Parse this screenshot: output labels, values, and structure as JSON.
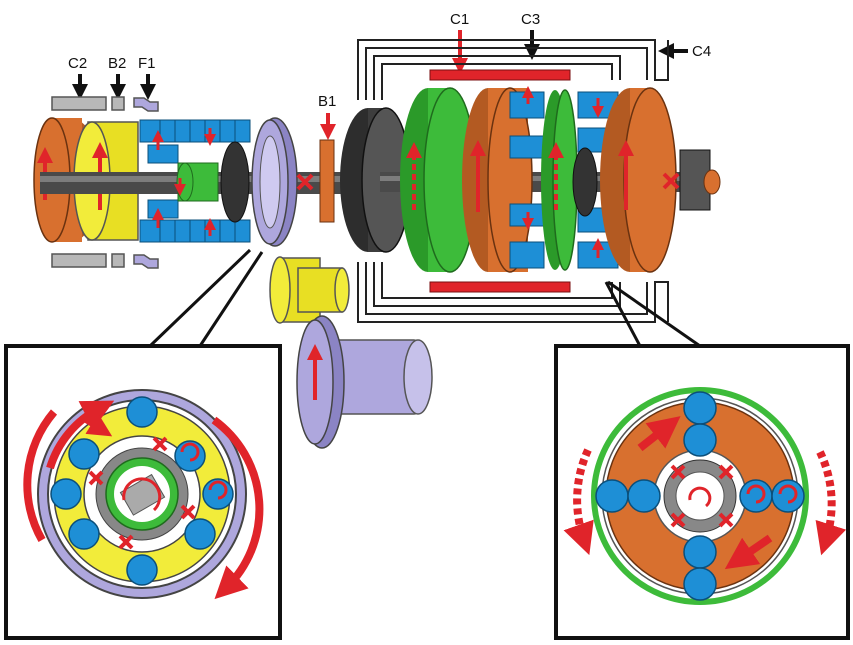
{
  "labels": {
    "c1": "C1",
    "c2": "C2",
    "c3": "C3",
    "c4": "C4",
    "b1": "B1",
    "b2": "B2",
    "f1": "F1"
  },
  "colors": {
    "red": "#e0242a",
    "orange": "#d8702f",
    "yellow": "#f2ec3a",
    "green": "#3dbb3a",
    "blue": "#1e8fd6",
    "lavender": "#aea7dd",
    "grey": "#7d7d7d",
    "dark": "#3d3d3d"
  },
  "icons": [
    "arrow-down-icon",
    "arrow-left-icon",
    "cross-mark-icon",
    "rotation-arrow-icon"
  ]
}
